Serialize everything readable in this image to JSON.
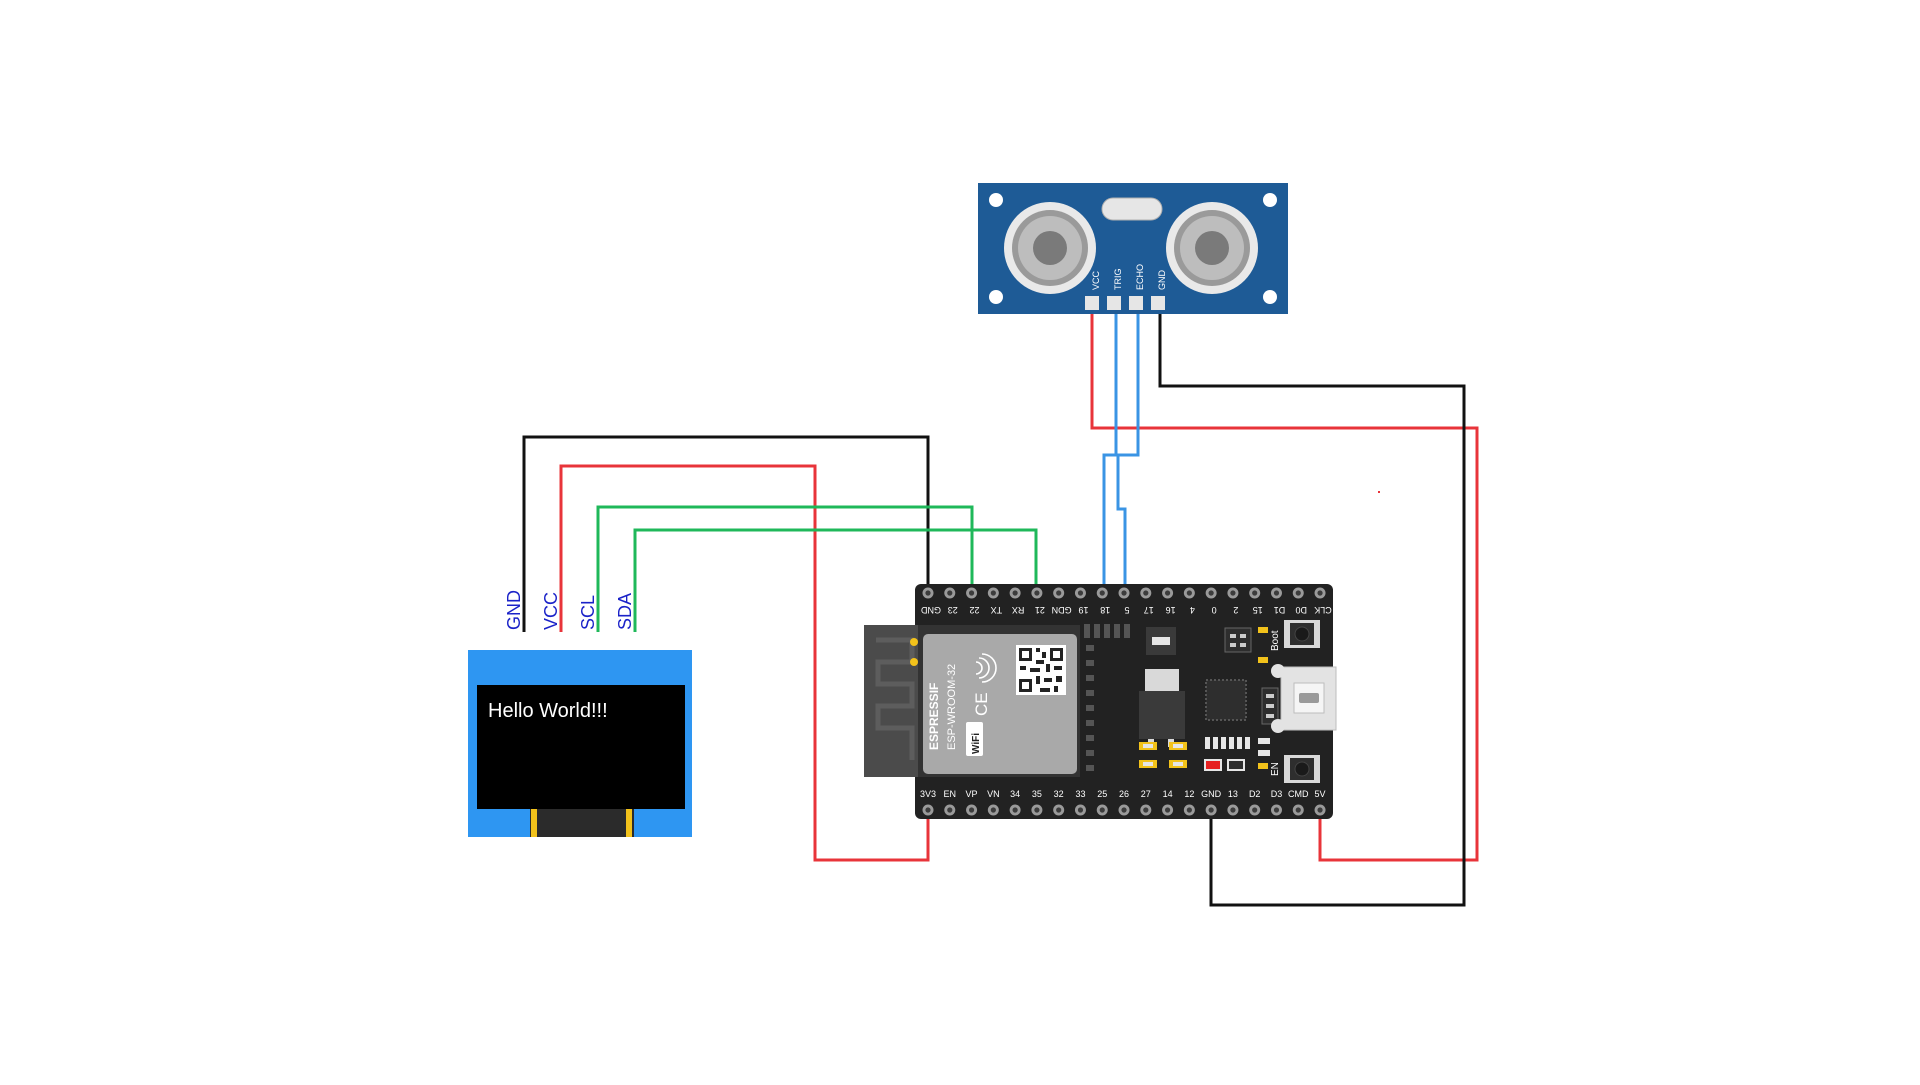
{
  "oled": {
    "display_text": "Hello World!!!",
    "pins": [
      "GND",
      "VCC",
      "SCL",
      "SDA"
    ]
  },
  "ultrasonic": {
    "pins": [
      "VCC",
      "TRIG",
      "ECHO",
      "GND"
    ]
  },
  "esp32": {
    "module_brand": "ESPRESSIF",
    "module_model": "ESP-WROOM-32",
    "wifi_label": "WiFi",
    "ce_mark": "CE",
    "boot_label": "Boot",
    "en_label": "EN",
    "top_pins": [
      "GND",
      "23",
      "22",
      "TX",
      "RX",
      "21",
      "GDN",
      "19",
      "18",
      "5",
      "17",
      "16",
      "4",
      "0",
      "2",
      "15",
      "D1",
      "D0",
      "CLK"
    ],
    "bottom_pins": [
      "3V3",
      "EN",
      "VP",
      "VN",
      "34",
      "35",
      "32",
      "33",
      "25",
      "26",
      "27",
      "14",
      "12",
      "GND",
      "13",
      "D2",
      "D3",
      "CMD",
      "5V"
    ]
  },
  "colors": {
    "wire_power": "#e8343a",
    "wire_ground": "#111111",
    "wire_i2c": "#1fb85a",
    "wire_signal": "#3a94e4",
    "oled_frame": "#2e96f2",
    "ultrasonic_board": "#1e5b96",
    "pin_label": "#1a22c8"
  }
}
